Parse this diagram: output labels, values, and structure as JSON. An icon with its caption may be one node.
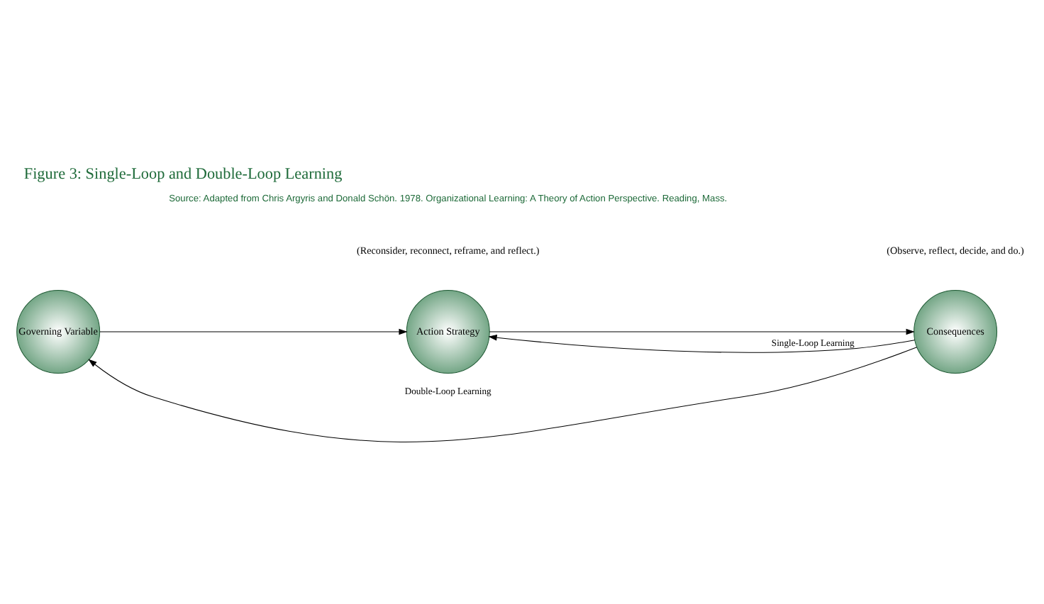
{
  "diagram": {
    "title": "Figure 3: Single-Loop and Double-Loop Learning",
    "caption": "Source: Adapted from Chris Argyris and Donald Schön. 1978. Organizational Learning: A Theory of Action Perspective. Reading, Mass.",
    "nodes": [
      {
        "text": [
          "Governing Variable"
        ]
      },
      {
        "text": [
          "Action Strategy"
        ]
      },
      {
        "text": [
          "Consequences"
        ]
      }
    ],
    "edges": [
      {
        "from": 0,
        "to": 1,
        "arrow": "to"
      },
      {
        "from": 1,
        "to": 2,
        "arrow": "to"
      },
      {
        "from": 2,
        "to": 1,
        "arrow": "to",
        "label": "Single-Loop Learning"
      },
      {
        "from": 2,
        "to": 0,
        "arrow": "to",
        "label": "Double-Loop Learning"
      }
    ],
    "labels": [
      "(Observe, reflect, decide, and do.)",
      "(Reconsider, reconnect, reframe, and reflect.)"
    ]
  }
}
